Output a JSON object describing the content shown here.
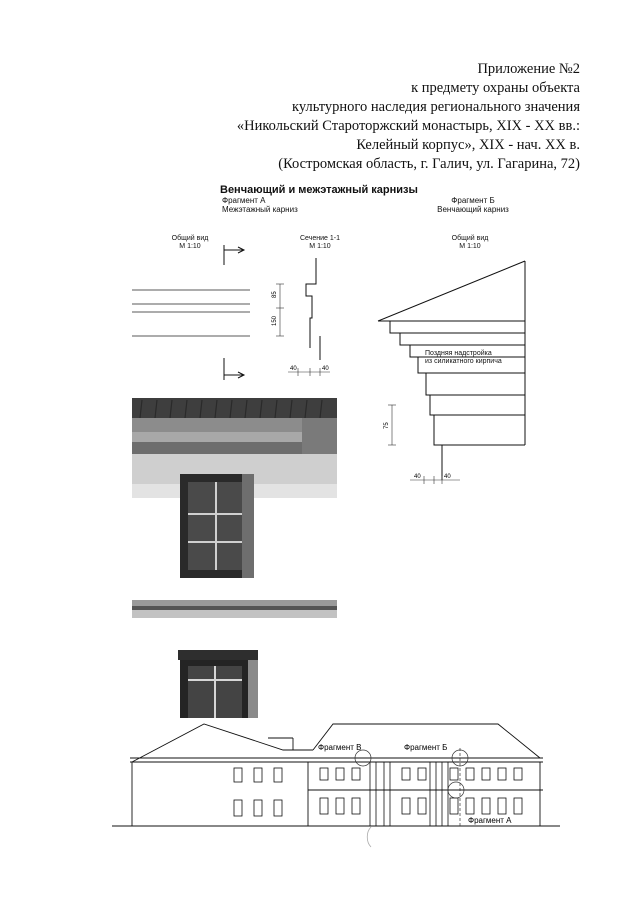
{
  "header": {
    "lines": [
      "Приложение №2",
      "к предмету охраны объекта",
      "культурного наследия регионального значения",
      "«Никольский Староторжский монастырь, XIX - XX вв.:",
      "Келейный корпус», XIX - нач. XX в.",
      "(Костромская область, г. Галич, ул. Гагарина, 72)"
    ]
  },
  "section_title": "Венчающий и межэтажный карнизы",
  "fragment_a": {
    "name": "Фрагмент А",
    "subtitle": "Межэтажный карниз",
    "general_view": "Общий вид",
    "general_scale": "М 1:10",
    "section_label": "Сечение 1-1",
    "section_scale": "М 1:10",
    "dim_top": "85",
    "dim_total": "150",
    "dim_bottom_left": "40",
    "dim_bottom_right": "40"
  },
  "fragment_b": {
    "name": "Фрагмент Б",
    "subtitle": "Венчающий карниз",
    "general_view": "Общий вид",
    "general_scale": "М 1:10",
    "note_line1": "Поздняя надстройка",
    "note_line2": "из силикатного кирпича",
    "dim_side": "75",
    "dim_bottom_left": "40",
    "dim_bottom_right": "40"
  },
  "facade": {
    "label_v": "Фрагмент В",
    "label_b": "Фрагмент Б",
    "label_a": "Фрагмент А"
  }
}
